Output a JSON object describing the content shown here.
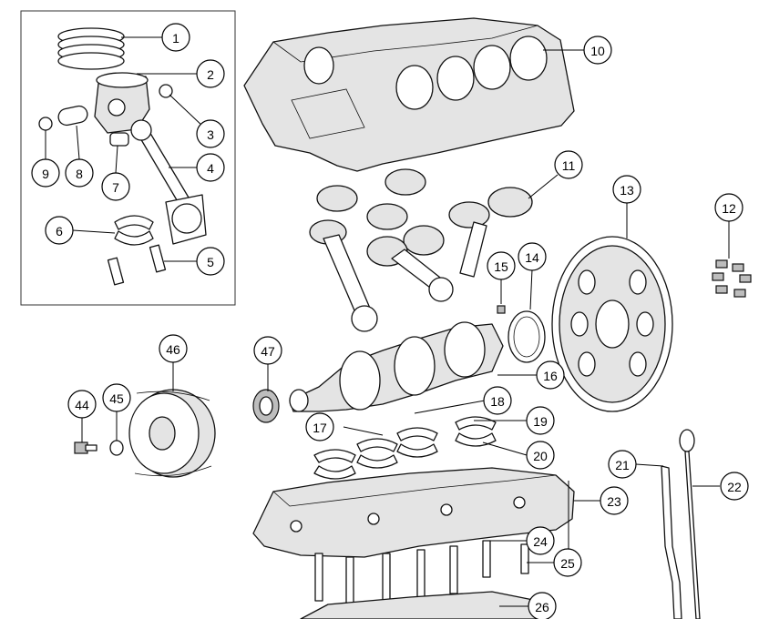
{
  "callouts": [
    {
      "id": "1",
      "label": "1"
    },
    {
      "id": "2",
      "label": "2"
    },
    {
      "id": "3",
      "label": "3"
    },
    {
      "id": "4",
      "label": "4"
    },
    {
      "id": "5",
      "label": "5"
    },
    {
      "id": "6",
      "label": "6"
    },
    {
      "id": "7",
      "label": "7"
    },
    {
      "id": "8",
      "label": "8"
    },
    {
      "id": "9",
      "label": "9"
    },
    {
      "id": "10",
      "label": "10"
    },
    {
      "id": "11",
      "label": "11"
    },
    {
      "id": "12",
      "label": "12"
    },
    {
      "id": "13",
      "label": "13"
    },
    {
      "id": "14",
      "label": "14"
    },
    {
      "id": "15",
      "label": "15"
    },
    {
      "id": "16",
      "label": "16"
    },
    {
      "id": "17",
      "label": "17"
    },
    {
      "id": "18",
      "label": "18"
    },
    {
      "id": "19",
      "label": "19"
    },
    {
      "id": "20",
      "label": "20"
    },
    {
      "id": "21",
      "label": "21"
    },
    {
      "id": "22",
      "label": "22"
    },
    {
      "id": "23",
      "label": "23"
    },
    {
      "id": "24",
      "label": "24"
    },
    {
      "id": "25",
      "label": "25"
    },
    {
      "id": "26",
      "label": "26"
    },
    {
      "id": "44",
      "label": "44"
    },
    {
      "id": "45",
      "label": "45"
    },
    {
      "id": "46",
      "label": "46"
    },
    {
      "id": "47",
      "label": "47"
    }
  ]
}
